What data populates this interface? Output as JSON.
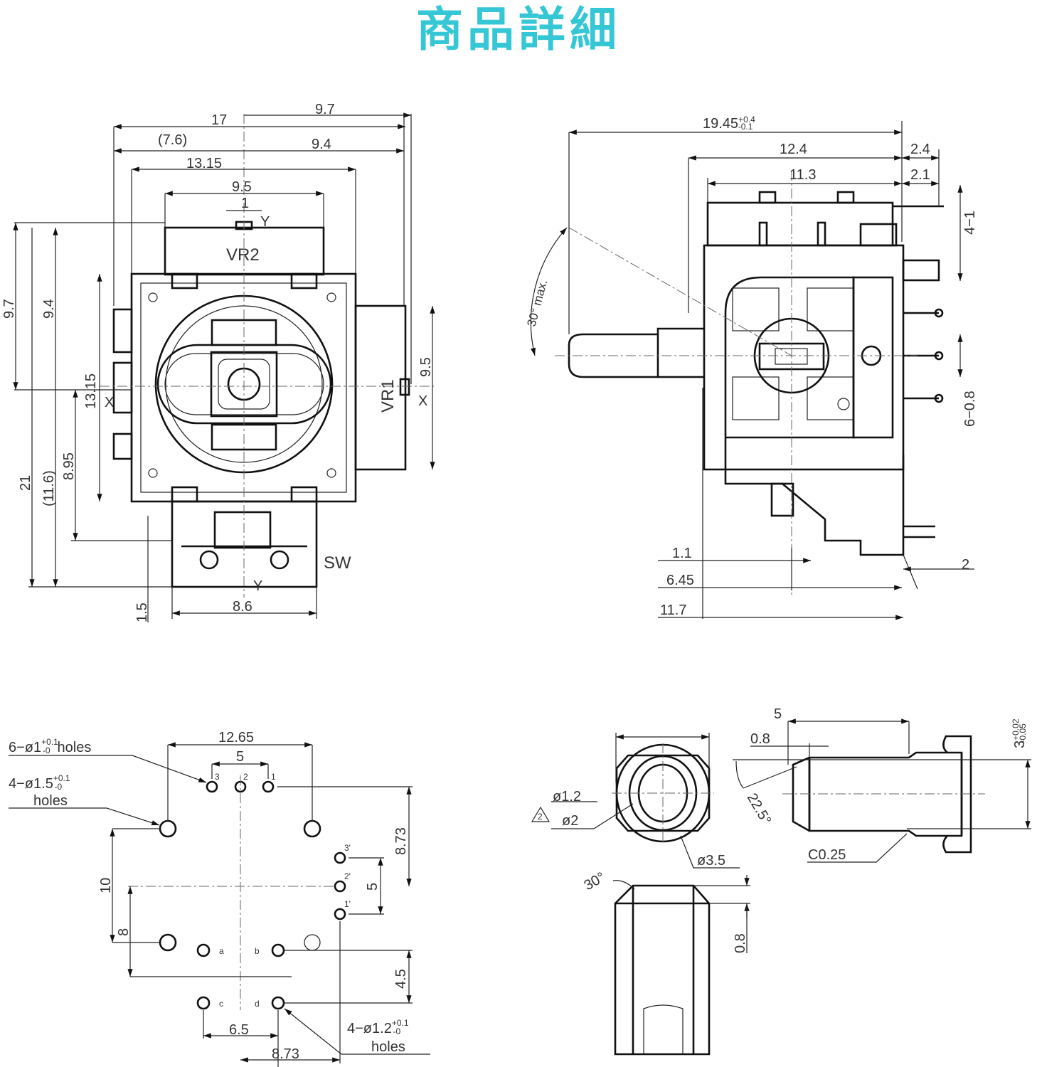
{
  "title": "商品詳細",
  "colors": {
    "title": "#35c7d6",
    "line": "#111111"
  },
  "front_view": {
    "dims": {
      "w17": "17",
      "w9_7": "9.7",
      "w7_6": "(7.6)",
      "w9_4": "9.4",
      "w13_15": "13.15",
      "w9_5": "9.5",
      "w1": "1",
      "h9_7": "9.7",
      "h9_4": "9.4",
      "h13_15": "13.15",
      "h9_5": "9.5",
      "h8_95": "8.95",
      "h21": "21",
      "h11_6": "(11.6)",
      "h1_5": "1.5",
      "w8_6": "8.6"
    },
    "labels": {
      "y_top": "Y",
      "y_bottom": "Y",
      "x_left": "X",
      "x_right": "X",
      "vr2": "VR2",
      "vr1": "VR1",
      "sw": "SW"
    }
  },
  "side_view": {
    "dims": {
      "w19_45": "19.45",
      "w19_45_tol_plus": "+0.4",
      "w19_45_tol_minus": "-0.1",
      "w12_4": "12.4",
      "w2_4": "2.4",
      "w11_3": "11.3",
      "w2_1": "2.1",
      "pins_4": "4−1",
      "pins_6": "6−0.8",
      "angle": "30° max.",
      "w1_1": "1.1",
      "w6_45": "6.45",
      "w11_7": "11.7",
      "w2": "2"
    }
  },
  "footprint": {
    "holes_small": "6−ø1",
    "holes_small_tol_plus": "+0.1",
    "holes_small_tol_minus": "-0",
    "holes_small_suffix": "holes",
    "holes_large": "4−ø1.5",
    "holes_large_tol_plus": "+0.1",
    "holes_large_tol_minus": "-0",
    "holes_large_suffix": "holes",
    "holes_mount": "4−ø1.2",
    "holes_mount_tol_plus": "+0.1",
    "holes_mount_tol_minus": "-0",
    "holes_mount_suffix": "holes",
    "dims": {
      "w12_65": "12.65",
      "w5": "5",
      "h8_73": "8.73",
      "h10": "10",
      "h5": "5",
      "h8": "8",
      "h4_5": "4.5",
      "w6_5": "6.5",
      "w8_73": "8.73"
    },
    "pins": {
      "p1": "1",
      "p2": "2",
      "p3": "3",
      "p1b": "1'",
      "p2b": "2'",
      "p3b": "3'",
      "a": "a",
      "b": "b",
      "c": "c",
      "d": "d"
    }
  },
  "shaft_view": {
    "d1_2": "ø1.2",
    "note_num": "2",
    "d2": "ø2",
    "d3_5": "ø3.5",
    "w5": "5",
    "w0_8": "0.8",
    "angle22_5": "22.5°",
    "chamfer": "C0.25",
    "h3": "3",
    "h3_tol_plus": "+0.02",
    "h3_tol_minus": "-0.05",
    "angle30": "30°",
    "h0_8": "0.8"
  }
}
